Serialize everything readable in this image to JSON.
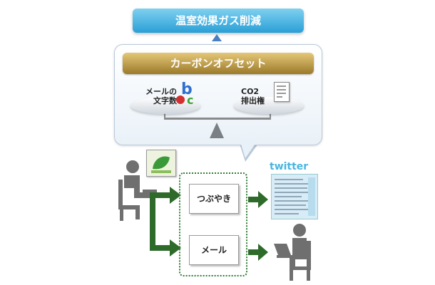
{
  "banner": {
    "label": "温室効果ガス削減"
  },
  "offset_bar": {
    "label": "カーボンオフセット"
  },
  "left_dish": {
    "line1": "メールの",
    "line2": "文字数"
  },
  "right_dish": {
    "line1": "CO2",
    "line2": "排出権"
  },
  "flow": {
    "tweet_label": "つぶやき",
    "mail_label": "メール"
  },
  "twitter": {
    "logo": "twitter"
  },
  "colors": {
    "banner": "#2a9fd6",
    "offset": "#9b7a2a",
    "arrows": "#2e6b2b",
    "people": "#6f6f6f"
  }
}
